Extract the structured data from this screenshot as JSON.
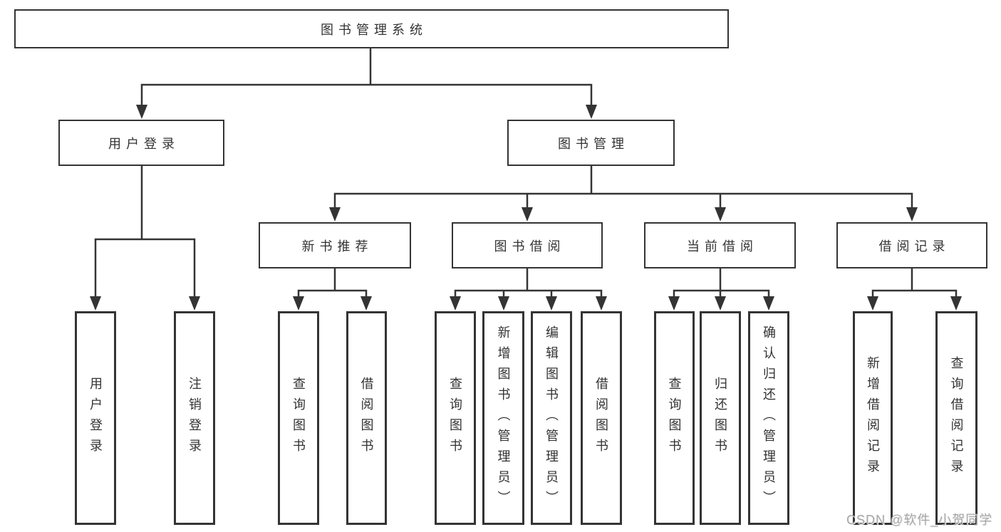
{
  "diagram_title": "图书管理系统",
  "colors": {
    "line": "#343434",
    "box_border": "#343434",
    "text": "#333333",
    "background": "#ffffff",
    "watermark": "#a8a8a8"
  },
  "watermark": "CSDN @软件_小贺同学",
  "nodes": {
    "root": "图书管理系统",
    "user_login": "用户登录",
    "book_management": "图书管理",
    "new_book_recommend": "新书推荐",
    "book_borrow": "图书借阅",
    "current_borrow": "当前借阅",
    "borrow_records": "借阅记录",
    "leaf_user_login": "用户登录",
    "leaf_logout": "注销登录",
    "leaf_query_book_1": "查询图书",
    "leaf_borrow_book_1": "借阅图书",
    "leaf_query_book_2": "查询图书",
    "leaf_add_book_admin": "新增图书（管理员）",
    "leaf_edit_book_admin": "编辑图书（管理员）",
    "leaf_borrow_book_2": "借阅图书",
    "leaf_query_book_3": "查询图书",
    "leaf_return_book": "归还图书",
    "leaf_confirm_return_admin": "确认归还（管理员）",
    "leaf_add_borrow_record": "新增借阅记录",
    "leaf_query_borrow_record": "查询借阅记录"
  },
  "hierarchy": {
    "图书管理系统": [
      "用户登录",
      "图书管理"
    ],
    "用户登录": [
      "用户登录",
      "注销登录"
    ],
    "图书管理": [
      "新书推荐",
      "图书借阅",
      "当前借阅",
      "借阅记录"
    ],
    "新书推荐": [
      "查询图书",
      "借阅图书"
    ],
    "图书借阅": [
      "查询图书",
      "新增图书（管理员）",
      "编辑图书（管理员）",
      "借阅图书"
    ],
    "当前借阅": [
      "查询图书",
      "归还图书",
      "确认归还（管理员）"
    ],
    "借阅记录": [
      "新增借阅记录",
      "查询借阅记录"
    ]
  }
}
